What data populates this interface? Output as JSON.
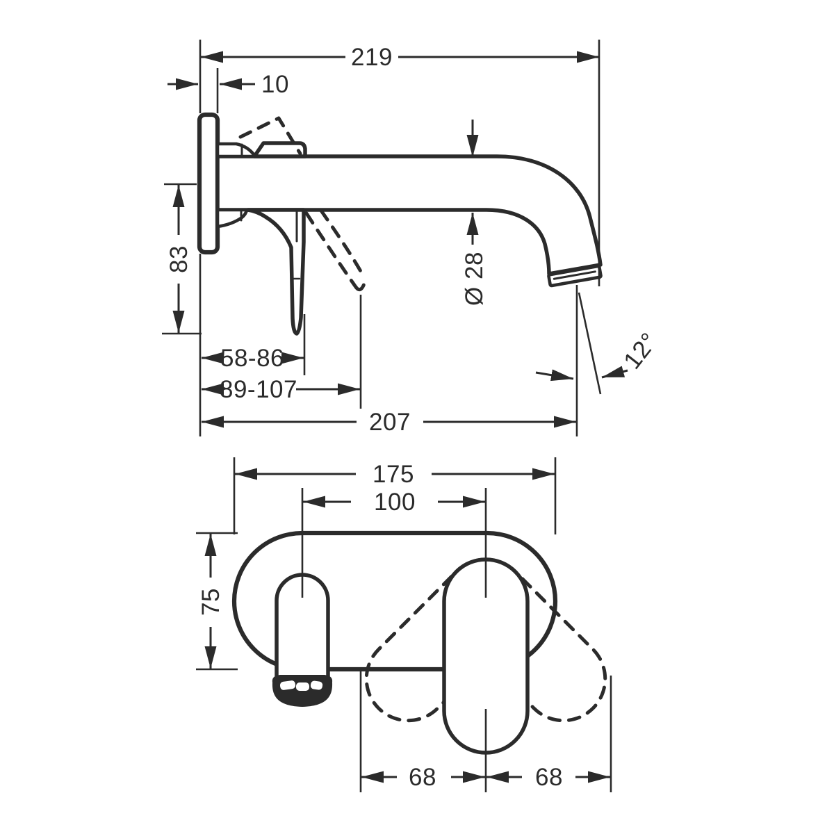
{
  "colors": {
    "background": "#ffffff",
    "ink": "#2b2b2b"
  },
  "drawing": {
    "kind": "technical dimension drawing",
    "subject": "wall-mounted single-lever basin mixer with spout",
    "units": "mm"
  },
  "side_view": {
    "dims": {
      "overall_length": "219",
      "plate_thickness": "10",
      "spout_axis_to_handle_tip": "83",
      "handle_reach_range": "58-86",
      "handle_swing_reach_range": "89-107",
      "wall_to_outlet_center": "207",
      "spout_diameter": "Ø 28",
      "outlet_angle": "12°"
    }
  },
  "front_view": {
    "dims": {
      "plate_width": "175",
      "spout_center_to_handle_center": "100",
      "plate_height": "75",
      "handle_swing_left": "68",
      "handle_swing_right": "68"
    }
  }
}
